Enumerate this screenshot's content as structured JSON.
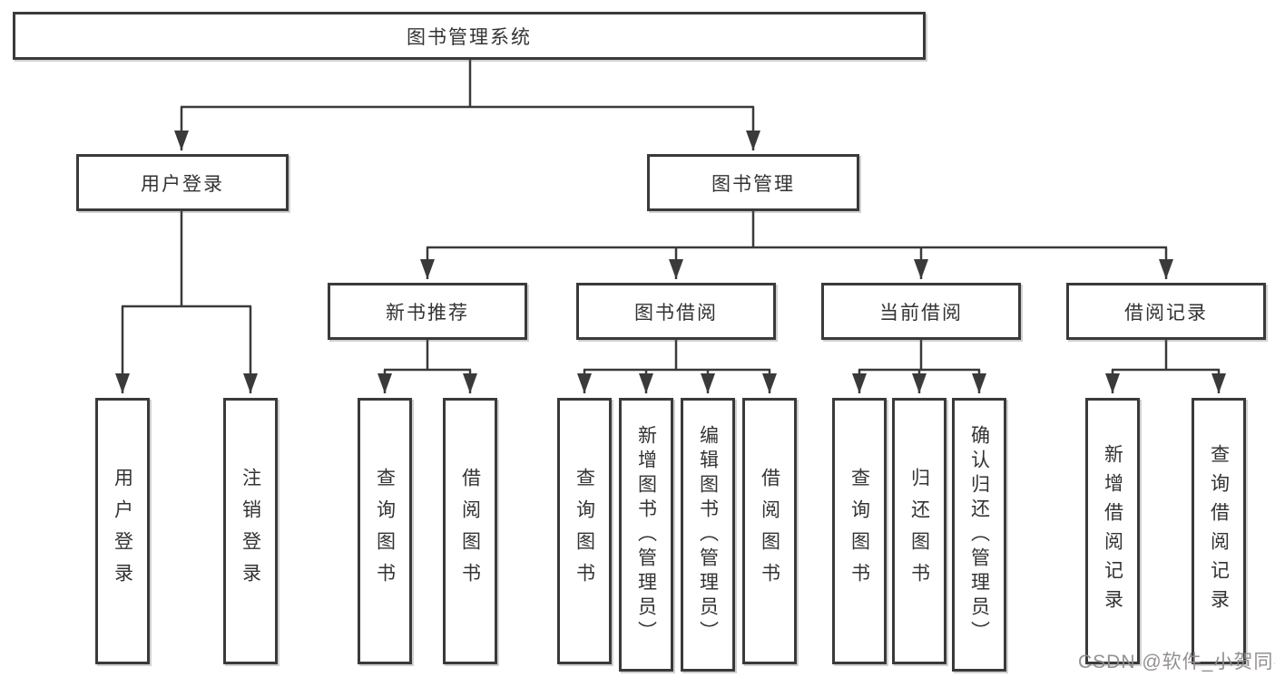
{
  "diagram": {
    "type": "functional-structure-tree",
    "colors": {
      "line": "#3a3a3a",
      "box_border": "#3a3a3a",
      "text": "#333333",
      "background": "#ffffff",
      "watermark_text": "#8f8b8a"
    },
    "nodes": {
      "root": "图书管理系统",
      "user_login": "用户登录",
      "book_mgmt": "图书管理",
      "new_book_rec": "新书推荐",
      "book_borrow": "图书借阅",
      "current_borrow": "当前借阅",
      "borrow_records": "借阅记录",
      "leaf_user_login": "用户登录",
      "leaf_logout": "注销登录",
      "leaf_query_book_a": "查询图书",
      "leaf_borrow_book_a": "借阅图书",
      "leaf_query_book_b": "查询图书",
      "leaf_add_book": "新增图书（管理员）",
      "leaf_edit_book": "编辑图书（管理员）",
      "leaf_borrow_book_b": "借阅图书",
      "leaf_query_book_c": "查询图书",
      "leaf_return_book": "归还图书",
      "leaf_confirm_return": "确认归还（管理员）",
      "leaf_add_borrow_record": "新增借阅记录",
      "leaf_query_borrow_record": "查询借阅记录"
    },
    "edges": [
      [
        "图书管理系统",
        "用户登录"
      ],
      [
        "图书管理系统",
        "图书管理"
      ],
      [
        "用户登录",
        "用户登录(叶)"
      ],
      [
        "用户登录",
        "注销登录"
      ],
      [
        "图书管理",
        "新书推荐"
      ],
      [
        "图书管理",
        "图书借阅"
      ],
      [
        "图书管理",
        "当前借阅"
      ],
      [
        "图书管理",
        "借阅记录"
      ],
      [
        "新书推荐",
        "查询图书"
      ],
      [
        "新书推荐",
        "借阅图书"
      ],
      [
        "图书借阅",
        "查询图书"
      ],
      [
        "图书借阅",
        "新增图书（管理员）"
      ],
      [
        "图书借阅",
        "编辑图书（管理员）"
      ],
      [
        "图书借阅",
        "借阅图书"
      ],
      [
        "当前借阅",
        "查询图书"
      ],
      [
        "当前借阅",
        "归还图书"
      ],
      [
        "当前借阅",
        "确认归还（管理员）"
      ],
      [
        "借阅记录",
        "新增借阅记录"
      ],
      [
        "借阅记录",
        "查询借阅记录"
      ]
    ],
    "watermark": "CSDN @软件_小贺同学"
  }
}
